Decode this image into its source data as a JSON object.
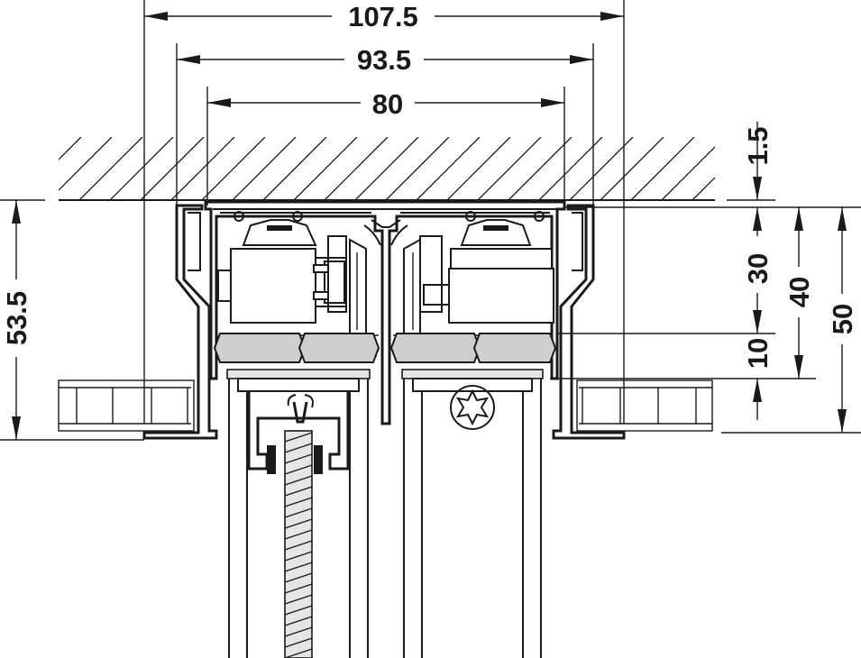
{
  "dimensions": {
    "overall_width": "107.5",
    "rail_width": "93.5",
    "inner_width": "80",
    "ceiling_gap": "1.5",
    "height_total": "53.5",
    "height_30": "30",
    "height_40": "40",
    "height_50": "50",
    "height_10": "10"
  },
  "colors": {
    "line": "#1a1a1a",
    "fill_gray": "#cfcfcf",
    "fill_light": "#e6e6e6"
  }
}
